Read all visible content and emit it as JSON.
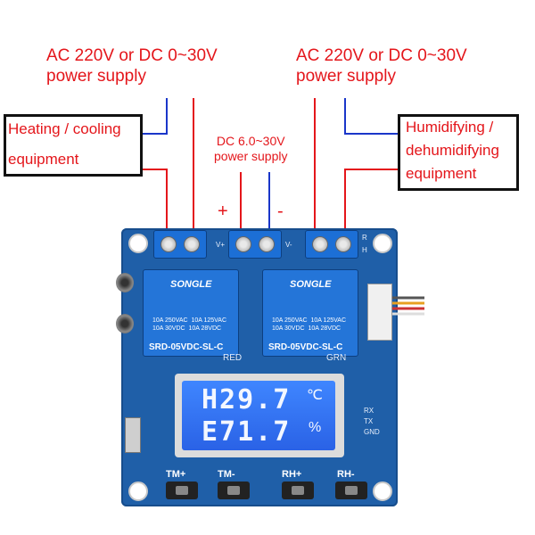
{
  "labels": {
    "power_left_line1": "AC 220V or DC 0~30V",
    "power_left_line2": "power supply",
    "power_right_line1": "AC 220V or DC 0~30V",
    "power_right_line2": "power supply",
    "dc_line1": "DC 6.0~30V",
    "dc_line2": "power supply",
    "plus": "+",
    "minus": "-",
    "heating_line1": "Heating / cooling",
    "heating_line2": "equipment",
    "humid_line1": "Humidifying /",
    "humid_line2": "dehumidifying",
    "humid_line3": "equipment"
  },
  "board": {
    "relay_brand": "SONGLE",
    "relay_spec": "10A 250VAC  10A 125VAC\n10A 30VDC  10A 28VDC",
    "relay_model": "SRD-05VDC-SL-C",
    "silk_v_plus": "V+",
    "silk_v_minus": "V-",
    "silk_r": "R",
    "silk_h": "H",
    "silk_red": "RED",
    "silk_grn": "GRN",
    "silk_rx": "RX",
    "silk_tx": "TX",
    "silk_gnd": "GND",
    "display_line1": "H29.7",
    "display_unit1": "℃",
    "display_line2": "E71.7",
    "display_unit2": "%",
    "buttons": [
      "TM+",
      "TM-",
      "RH+",
      "RH-"
    ]
  },
  "colors": {
    "label_red": "#e4161b",
    "wire_blue": "#1a36c9",
    "wire_red": "#e4161b",
    "board_blue": "#1f5fa8",
    "lcd_blue": "#2a62e6"
  }
}
